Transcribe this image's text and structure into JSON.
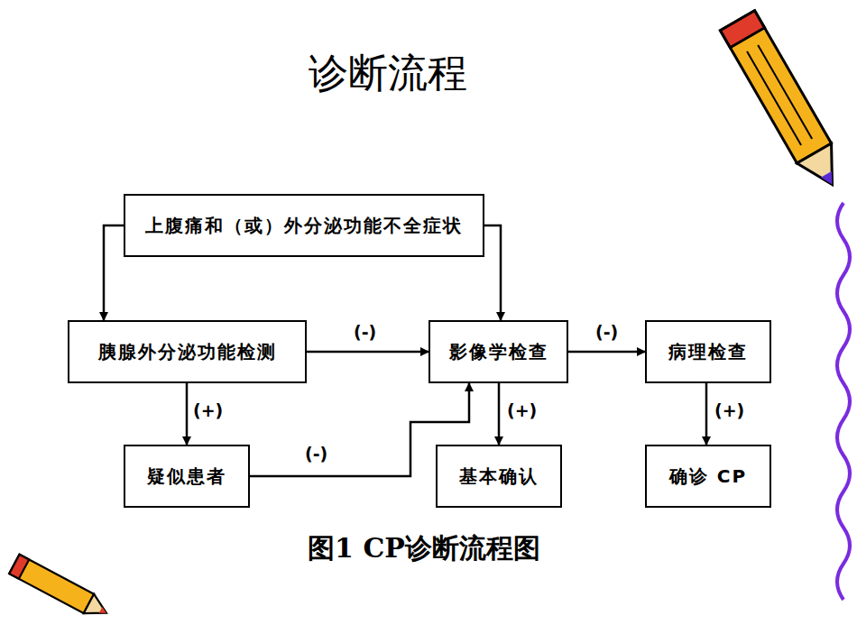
{
  "diagram": {
    "title": "诊断流程",
    "caption": "图1 CP诊断流程图",
    "nodes": [
      {
        "text": [
          "上腹痛和（或）外分泌功能不全症状"
        ]
      },
      {
        "text": [
          "胰腺外分泌功能检测"
        ]
      },
      {
        "text": [
          "影像学检查"
        ]
      },
      {
        "text": [
          "病理检查"
        ]
      },
      {
        "text": [
          "疑似患者"
        ]
      },
      {
        "text": [
          "基本确认"
        ]
      },
      {
        "text": [
          "确诊 CP"
        ]
      }
    ],
    "edges": [
      {
        "from": 0,
        "to": 1,
        "arrow": "to"
      },
      {
        "from": 0,
        "to": 2,
        "arrow": "to"
      },
      {
        "from": 1,
        "to": 2,
        "label": "(-)",
        "arrow": "to"
      },
      {
        "from": 2,
        "to": 3,
        "label": "(-)",
        "arrow": "to"
      },
      {
        "from": 1,
        "to": 4,
        "label": "(+)",
        "arrow": "to"
      },
      {
        "from": 4,
        "to": 2,
        "label": "(-)",
        "arrow": "to"
      },
      {
        "from": 2,
        "to": 5,
        "label": "(+)",
        "arrow": "to"
      },
      {
        "from": 3,
        "to": 6,
        "label": "(+)",
        "arrow": "to"
      }
    ]
  }
}
